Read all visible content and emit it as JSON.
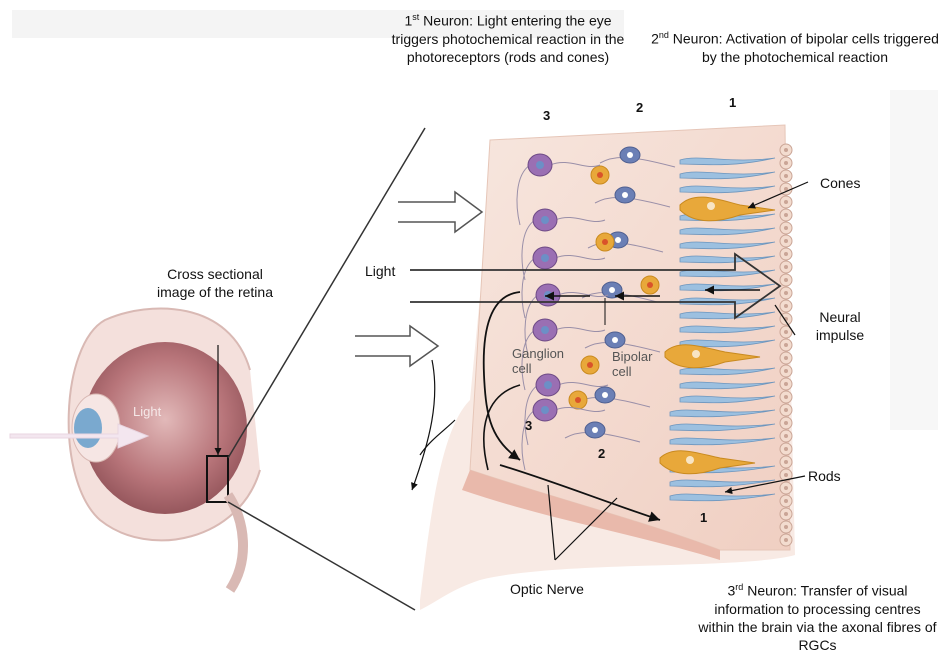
{
  "annotations": {
    "neuron1_ordinal": "1",
    "neuron1_sup": "st",
    "neuron1_text": " Neuron: Light entering the eye triggers photochemical reaction in the photoreceptors (rods and cones)",
    "neuron2_ordinal": "2",
    "neuron2_sup": "nd",
    "neuron2_text": " Neuron: Activation of bipolar cells triggered by the photochemical reaction",
    "neuron3_ordinal": "3",
    "neuron3_sup": "rd",
    "neuron3_text": " Neuron: Transfer of visual information to processing centres within the brain via the axonal fibres of RGCs",
    "cross_section": "Cross sectional image of the retina",
    "light": "Light",
    "cones": "Cones",
    "neural_impulse": "Neural impulse",
    "rods": "Rods",
    "optic_nerve": "Optic Nerve"
  },
  "layer_numbers": {
    "top": [
      "3",
      "2",
      "1"
    ],
    "bottom": [
      "3",
      "2",
      "1"
    ]
  },
  "inner_labels": {
    "eye_light": "Light",
    "ganglion_cell": "Ganglion cell",
    "bipolar_cell": "Bipolar cell"
  },
  "colors": {
    "ganglion": "#9a6fb3",
    "bipolar": "#6b7fb5",
    "cone": "#e8a83a",
    "rod": "#9cc0e0",
    "retina_bg": "#f3d8cc",
    "eyeball": "#b8757a"
  }
}
